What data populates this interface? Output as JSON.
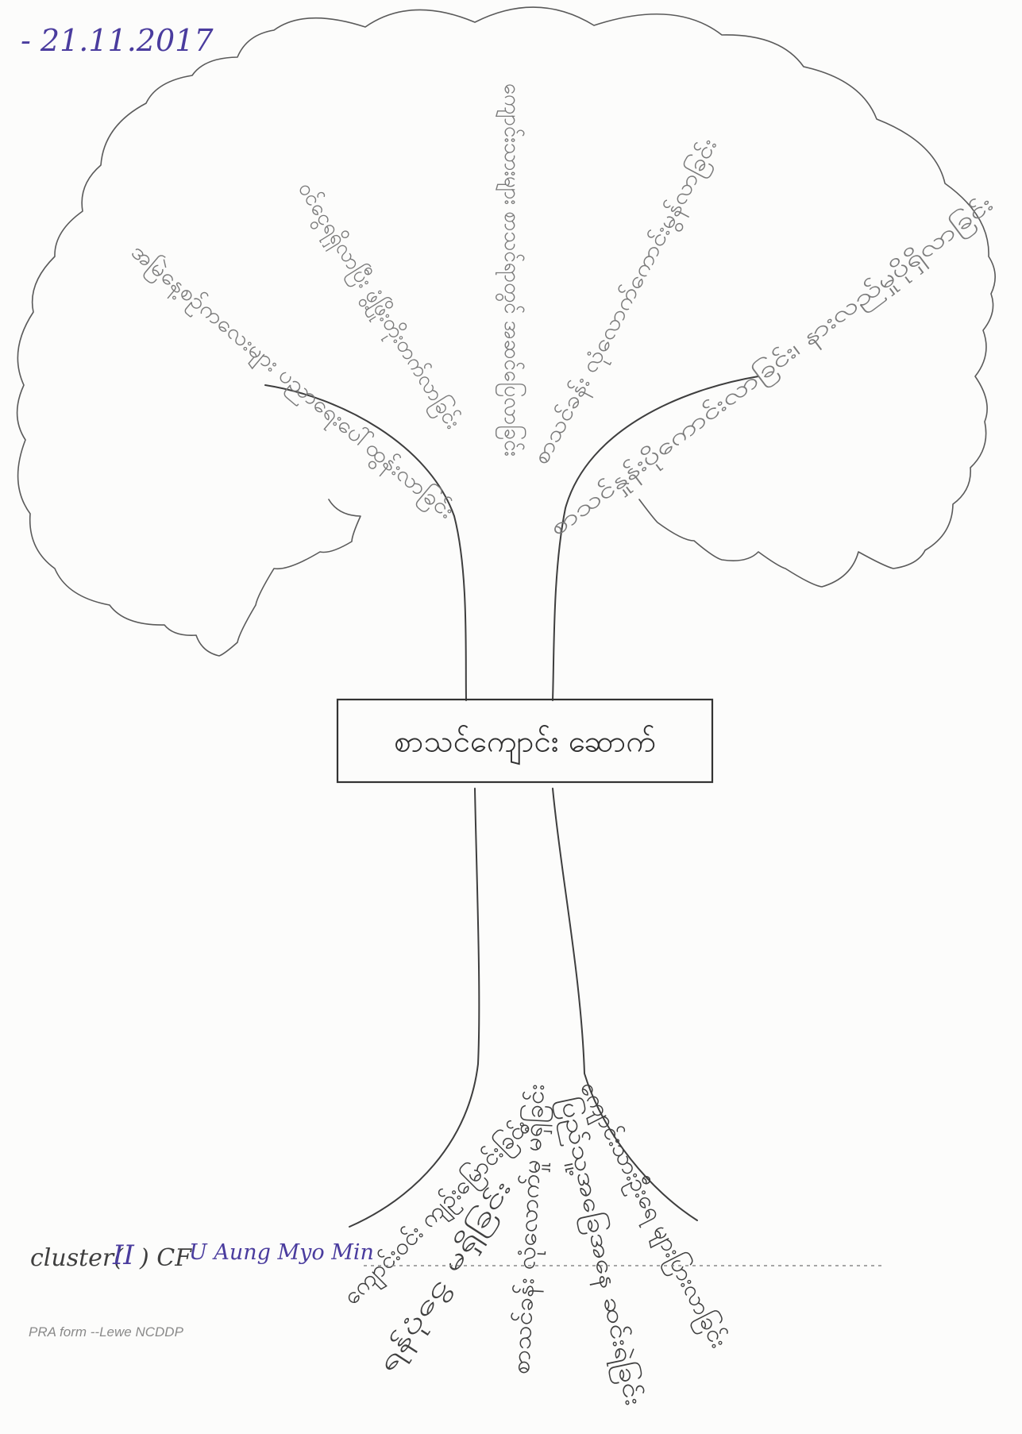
{
  "document": {
    "date": "- 21.11.2017",
    "center_box_label": "စာသင်ကျောင်း ဆောက်"
  },
  "effects": [
    "အမြဲနေ့စဉ်ကလေးများ ပညာရေးပေါ်ထွန်းလာခြင်း",
    "ဝင်ငွေရရှိလာပြီး ဖွံ့ဖြိုးတိုးတက်လာခြင်း",
    "ကျောင်းသားများ စာသင်ရာတွင် အဆင်ပြေလာခြင်း",
    "စာသင်ခန်း လုံလောက်ကောင်းမွန်လာခြင်း",
    "စာသင်နှုန်းပိုကောင်းလာခြင်း၊ နားလည်မှုပိုရှိလာခြင်း"
  ],
  "causes": [
    "ကျောင်းဝင်း ကျဉ်းမြောင်းခြင်း",
    "ရန်ပုံငွေ မရှိခြင်း",
    "စာသင်ခန်း လုံလောက်မှု မရှိခြင်း",
    "ပြည်သူ့အခြေအနေ ဆင်းရဲခြင်း",
    "ကျောင်းသားဦးရေ များပြားလာခြင်း"
  ],
  "footer": {
    "cluster_label": "cluster(",
    "cluster_number": "II",
    "cf_label": ") CF",
    "cf_name": "U Aung Myo Min",
    "form_label": "PRA form --Lewe NCDDP"
  },
  "colors": {
    "paper": "#fcfcfb",
    "line": "#3e3e3e",
    "canopy": "#5a5a5a",
    "pencil": "#7a7a7a",
    "pencil_dark": "#3f3f3f",
    "ink_dark": "#2f2f2f",
    "ink_purple": "#4a3c9e",
    "printed": "#8a8a8a"
  }
}
